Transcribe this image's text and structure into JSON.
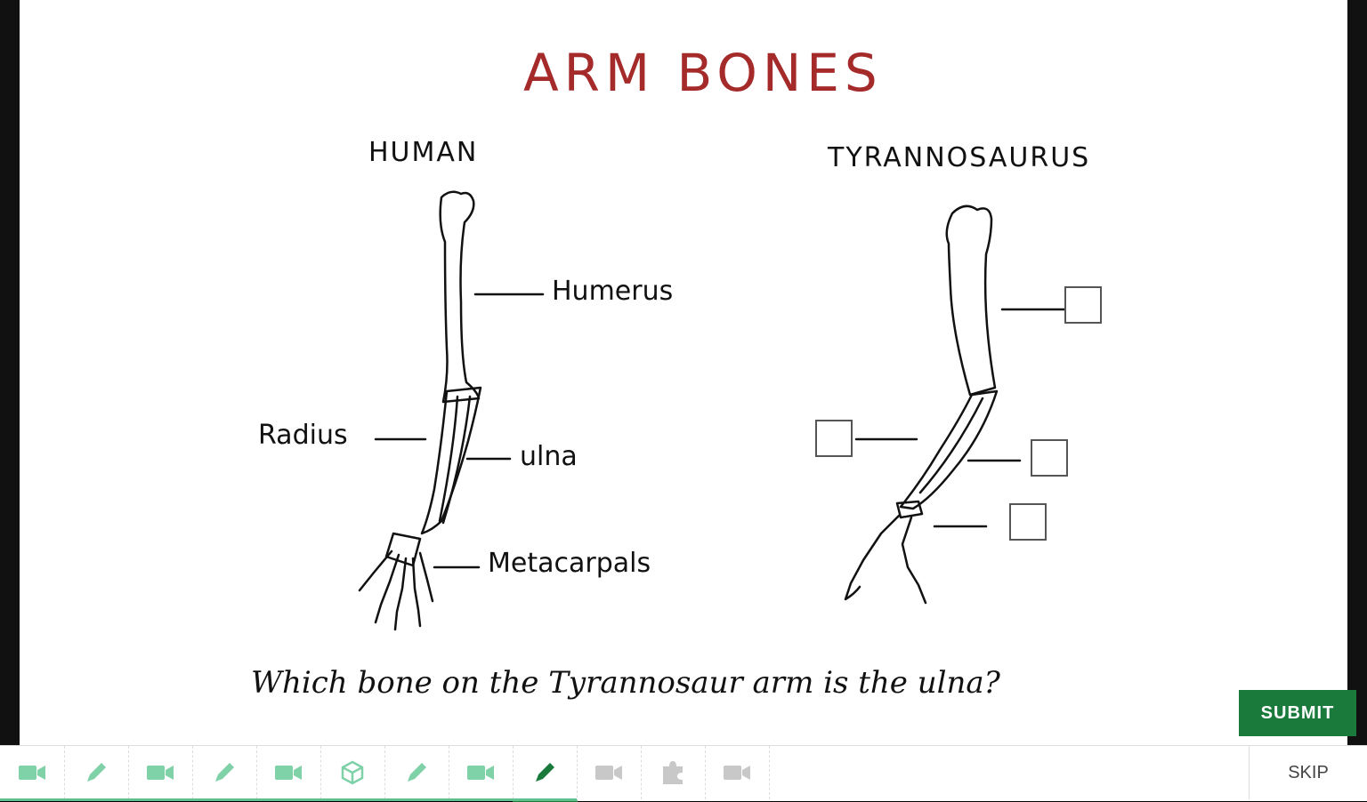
{
  "title": "ARM BONES",
  "human": {
    "heading": "HUMAN",
    "labels": {
      "humerus": "Humerus",
      "radius": "Radius",
      "ulna": "ulna",
      "metacarpals": "Metacarpals"
    }
  },
  "trex": {
    "heading": "TYRANNOSAURUS"
  },
  "question": "Which bone on the Tyrannosaur arm is the ulna?",
  "submit_label": "SUBMIT",
  "skip_label": "SKIP",
  "colors": {
    "title": "#a52a2a",
    "accent": "#1a7a3c",
    "tool_icon": "#7fd1a7",
    "tool_icon_disabled": "#c8c8c8"
  },
  "toolbar": {
    "items": [
      {
        "icon": "video-camera-icon",
        "state": "done"
      },
      {
        "icon": "pencil-icon",
        "state": "done"
      },
      {
        "icon": "video-camera-icon",
        "state": "done"
      },
      {
        "icon": "pencil-icon",
        "state": "done"
      },
      {
        "icon": "video-camera-icon",
        "state": "done"
      },
      {
        "icon": "cube-icon",
        "state": "done"
      },
      {
        "icon": "pencil-icon",
        "state": "done"
      },
      {
        "icon": "video-camera-icon",
        "state": "done"
      },
      {
        "icon": "pencil-icon",
        "state": "active"
      },
      {
        "icon": "video-camera-icon",
        "state": "locked"
      },
      {
        "icon": "puzzle-icon",
        "state": "locked"
      },
      {
        "icon": "video-camera-icon",
        "state": "locked"
      }
    ]
  }
}
